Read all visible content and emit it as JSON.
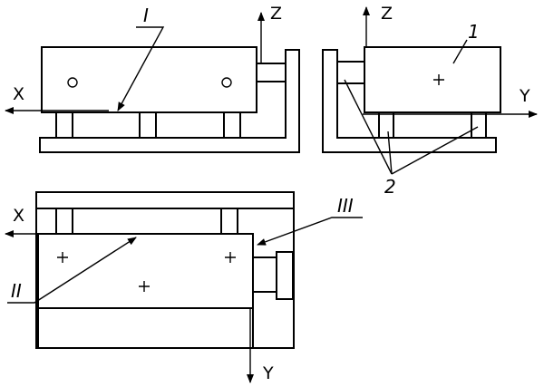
{
  "figure": {
    "axis_labels": {
      "view_front_x": "X",
      "view_front_z": "Z",
      "view_side_z": "Z",
      "view_side_y": "Y",
      "view_top_x": "X",
      "view_top_y": "Y"
    },
    "callouts": {
      "part_number": "1",
      "locator_number": "2",
      "datum_one": "I",
      "datum_two": "II",
      "datum_three": "III"
    }
  }
}
